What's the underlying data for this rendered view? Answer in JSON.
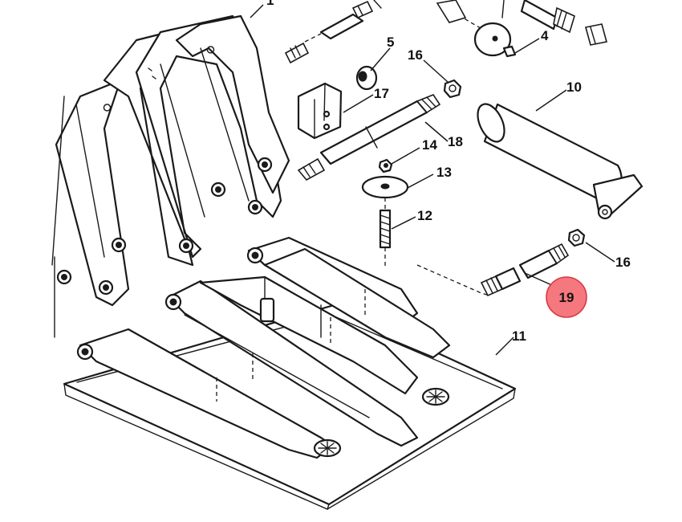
{
  "callouts": [
    {
      "id": "c1",
      "label": "1"
    },
    {
      "id": "c5",
      "label": "5"
    },
    {
      "id": "c16a",
      "label": "16"
    },
    {
      "id": "c17",
      "label": "17"
    },
    {
      "id": "c4",
      "label": "4"
    },
    {
      "id": "c10",
      "label": "10"
    },
    {
      "id": "c18",
      "label": "18"
    },
    {
      "id": "c14",
      "label": "14"
    },
    {
      "id": "c13",
      "label": "13"
    },
    {
      "id": "c12",
      "label": "12"
    },
    {
      "id": "c16b",
      "label": "16"
    },
    {
      "id": "c19",
      "label": "19"
    },
    {
      "id": "c11",
      "label": "11"
    }
  ],
  "highlight": {
    "label": "19",
    "fill_color": "#f4787e",
    "stroke_color": "#d83a44"
  }
}
